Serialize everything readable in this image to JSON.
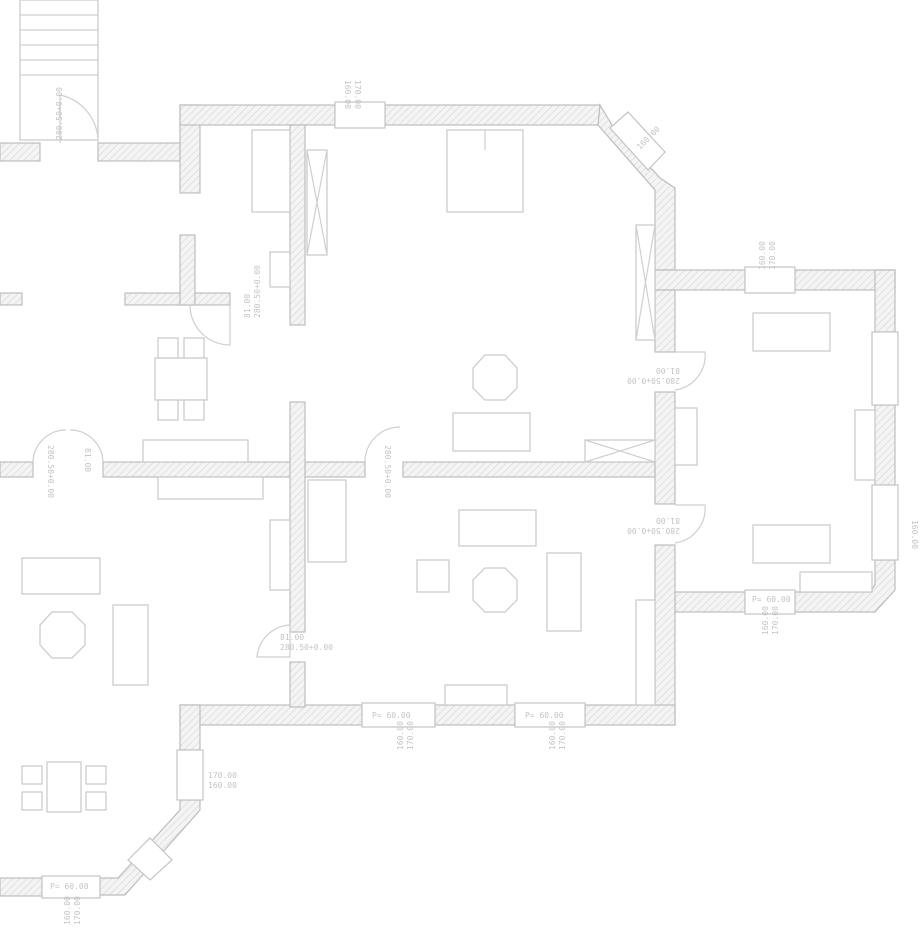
{
  "door_labels": {
    "width": "81.00",
    "height": "280.50+0.00"
  },
  "window_labels": {
    "sill": "P= 60.00",
    "width": "160.00",
    "height": "170.00"
  },
  "colors": {
    "wall_stroke": "#bdbdbd",
    "hatch": "#d0d0d0",
    "furniture": "#c9c9c9",
    "background": "#ffffff"
  }
}
